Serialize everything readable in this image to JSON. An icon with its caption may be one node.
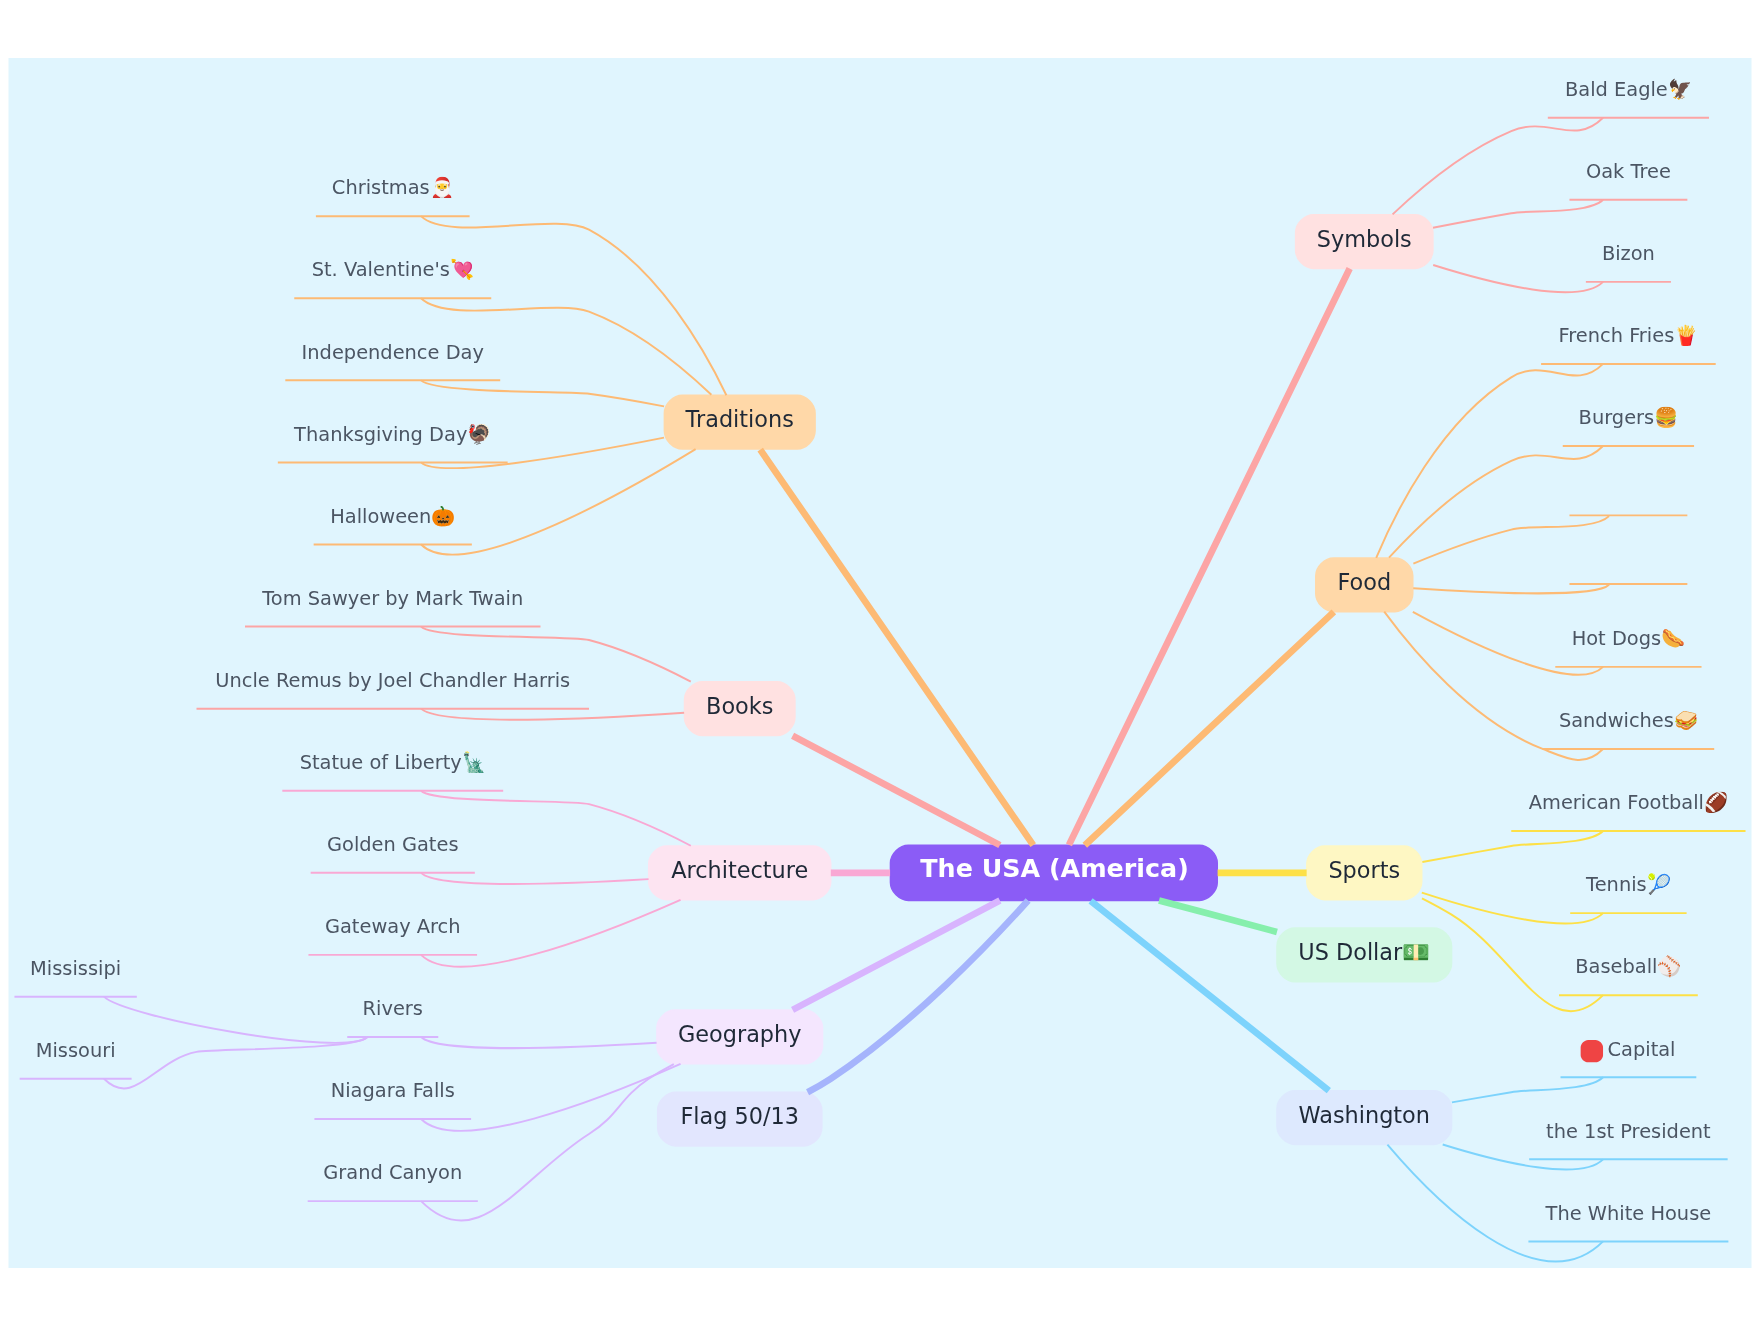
{
  "diagram": {
    "nodes": [
      {
        "text": [
          "The USA (America)"
        ]
      },
      {
        "text": [
          "Traditions"
        ]
      },
      {
        "text": [
          "Christmas🎅"
        ]
      },
      {
        "text": [
          "St. Valentine's💘"
        ]
      },
      {
        "text": [
          "Independence Day"
        ]
      },
      {
        "text": [
          "Thanksgiving Day🦃"
        ]
      },
      {
        "text": [
          "Halloween🎃"
        ]
      },
      {
        "text": [
          "Books"
        ]
      },
      {
        "text": [
          "Tom Sawyer by Mark Twain"
        ]
      },
      {
        "text": [
          "Uncle Remus by Joel Chandler Harris"
        ]
      },
      {
        "text": [
          "Architecture"
        ]
      },
      {
        "text": [
          "Statue of Liberty🗽"
        ]
      },
      {
        "text": [
          "Golden Gates"
        ]
      },
      {
        "text": [
          "Gateway Arch"
        ]
      },
      {
        "text": [
          "Geography"
        ]
      },
      {
        "text": [
          "Rivers"
        ]
      },
      {
        "text": [
          "Mississipi"
        ]
      },
      {
        "text": [
          "Missouri"
        ]
      },
      {
        "text": [
          "Niagara Falls"
        ]
      },
      {
        "text": [
          "Grand Canyon"
        ]
      },
      {
        "text": [
          "Flag 50/13"
        ]
      },
      {
        "text": [
          "Symbols"
        ]
      },
      {
        "text": [
          "Bald Eagle🦅"
        ]
      },
      {
        "text": [
          "Oak Tree"
        ]
      },
      {
        "text": [
          "Bizon"
        ]
      },
      {
        "text": [
          "Food"
        ]
      },
      {
        "text": [
          "French Fries🍟"
        ]
      },
      {
        "text": [
          "Burgers🍔"
        ]
      },
      {
        "text": [],
        "shape": "line"
      },
      {
        "text": [],
        "shape": "line"
      },
      {
        "text": [
          "Hot Dogs🌭"
        ]
      },
      {
        "text": [
          "Sandwiches🥪"
        ]
      },
      {
        "text": [
          "Sports"
        ]
      },
      {
        "text": [
          "American Football🏈"
        ]
      },
      {
        "text": [
          "Tennis🎾"
        ]
      },
      {
        "text": [
          "Baseball⚾"
        ]
      },
      {
        "text": [
          "US Dollar💵"
        ]
      },
      {
        "text": [
          "Washington"
        ]
      },
      {
        "text": [
          "Capital"
        ]
      },
      {
        "text": [
          "the 1st President"
        ]
      },
      {
        "text": [
          "The White House"
        ]
      }
    ],
    "edges": [
      {
        "from": 1,
        "to": 0,
        "arrow": "none",
        "style": "thick",
        "color": "#fdba74"
      },
      {
        "from": 2,
        "to": 1,
        "arrow": "none",
        "color": "#fdba74"
      },
      {
        "from": 3,
        "to": 1,
        "arrow": "none",
        "color": "#fdba74"
      },
      {
        "from": 4,
        "to": 1,
        "arrow": "none",
        "color": "#fdba74"
      },
      {
        "from": 5,
        "to": 1,
        "arrow": "none",
        "color": "#fdba74"
      },
      {
        "from": 6,
        "to": 1,
        "arrow": "none",
        "color": "#fdba74"
      },
      {
        "from": 7,
        "to": 0,
        "arrow": "none",
        "style": "thick",
        "color": "#fca5a5"
      },
      {
        "from": 8,
        "to": 7,
        "arrow": "none",
        "color": "#fca5a5"
      },
      {
        "from": 9,
        "to": 7,
        "arrow": "none",
        "color": "#fca5a5"
      },
      {
        "from": 10,
        "to": 0,
        "arrow": "none",
        "style": "thick",
        "color": "#f9a8d4"
      },
      {
        "from": 11,
        "to": 10,
        "arrow": "none",
        "color": "#f9a8d4"
      },
      {
        "from": 12,
        "to": 10,
        "arrow": "none",
        "color": "#f9a8d4"
      },
      {
        "from": 13,
        "to": 10,
        "arrow": "none",
        "color": "#f9a8d4"
      },
      {
        "from": 14,
        "to": 0,
        "arrow": "none",
        "style": "thick",
        "color": "#d8b4fe"
      },
      {
        "from": 15,
        "to": 14,
        "arrow": "none",
        "color": "#d8b4fe"
      },
      {
        "from": 16,
        "to": 15,
        "arrow": "none",
        "color": "#d8b4fe"
      },
      {
        "from": 17,
        "to": 15,
        "arrow": "none",
        "color": "#d8b4fe"
      },
      {
        "from": 18,
        "to": 14,
        "arrow": "none",
        "color": "#d8b4fe"
      },
      {
        "from": 19,
        "to": 14,
        "arrow": "none",
        "color": "#d8b4fe"
      },
      {
        "from": 20,
        "to": 0,
        "arrow": "none",
        "style": "thick",
        "color": "#a5b4fc"
      },
      {
        "from": 0,
        "to": 21,
        "arrow": "none",
        "style": "thick",
        "color": "#fca5a5"
      },
      {
        "from": 21,
        "to": 22,
        "arrow": "none",
        "color": "#fca5a5"
      },
      {
        "from": 21,
        "to": 23,
        "arrow": "none",
        "color": "#fca5a5"
      },
      {
        "from": 21,
        "to": 24,
        "arrow": "none",
        "color": "#fca5a5"
      },
      {
        "from": 0,
        "to": 25,
        "arrow": "none",
        "style": "thick",
        "color": "#fdba74"
      },
      {
        "from": 25,
        "to": 26,
        "arrow": "none",
        "color": "#fdba74"
      },
      {
        "from": 25,
        "to": 27,
        "arrow": "none",
        "color": "#fdba74"
      },
      {
        "from": 25,
        "to": 28,
        "arrow": "none",
        "color": "#fdba74"
      },
      {
        "from": 25,
        "to": 29,
        "arrow": "none",
        "color": "#fdba74"
      },
      {
        "from": 25,
        "to": 30,
        "arrow": "none",
        "color": "#fdba74"
      },
      {
        "from": 25,
        "to": 31,
        "arrow": "none",
        "color": "#fdba74"
      },
      {
        "from": 0,
        "to": 32,
        "arrow": "none",
        "style": "thick",
        "color": "#fde047"
      },
      {
        "from": 32,
        "to": 33,
        "arrow": "none",
        "color": "#fde047"
      },
      {
        "from": 32,
        "to": 34,
        "arrow": "none",
        "color": "#fde047"
      },
      {
        "from": 32,
        "to": 35,
        "arrow": "none",
        "color": "#fde047"
      },
      {
        "from": 0,
        "to": 36,
        "arrow": "none",
        "style": "thick",
        "color": "#86efac"
      },
      {
        "from": 0,
        "to": 37,
        "arrow": "none",
        "style": "thick",
        "color": "#7dd3fc"
      },
      {
        "from": 37,
        "to": 38,
        "arrow": "none",
        "color": "#7dd3fc"
      },
      {
        "from": 37,
        "to": 39,
        "arrow": "none",
        "color": "#7dd3fc"
      },
      {
        "from": 37,
        "to": 40,
        "arrow": "none",
        "color": "#7dd3fc"
      }
    ]
  }
}
